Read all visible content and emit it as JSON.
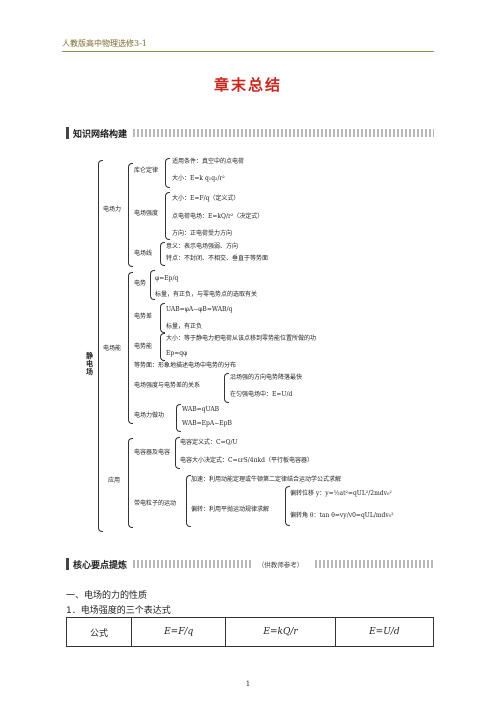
{
  "header": {
    "text": "人教版高中物理选修3-1"
  },
  "title": "章末总结",
  "section1": {
    "label": "知识网络构建"
  },
  "mindmap": {
    "root": "静\n电\n场",
    "branch_force": "电场力",
    "coulomb": "库仑定律",
    "coulomb_cond": "适用条件：真空中的点电荷",
    "coulomb_mag": "大小：E=k q₁q₂/r²",
    "field_strength": "电场强度",
    "fs_def": "大小：E=F/q（定义式）",
    "fs_point": "点电荷电场：E=kQ/r²（决定式）",
    "fs_dir": "方向：正电荷受力方向",
    "field_lines": "电场线",
    "fl_meaning": "意义：表示电场强弱、方向",
    "fl_prop": "特点：不封闭、不相交、垂直于等势面",
    "branch_energy": "电场能",
    "potential": "电势",
    "pot_formula": "φ=Ep/q",
    "pot_scalar": "标量，有正负，与零电势点的选取有关",
    "pot_diff": "电势差",
    "pd_formula": "UAB=φA−φB=WAB/q",
    "pd_scalar": "标量，有正负",
    "pot_energy": "电势能",
    "pe_text": "大小：等于静电力把电荷从该点移到零势能位置所做的功",
    "pe_formula": "Ep=qφ",
    "equipot": "等势面：形象地描述电场中电势的分布",
    "rel": "电场强度与电势差的关系",
    "rel1": "沿场强的方向电势降落最快",
    "rel2": "在匀强电场中：E=U/d",
    "work": "电场力做功",
    "work1": "WAB=qUAB",
    "work2": "WAB=EpA−EpB",
    "branch_app": "应用",
    "capacitor": "电容器及电容",
    "cap_def": "电容定义式：C=Q/U",
    "cap_decide": "电容大小决定式：C=εrS/4πkd（平行板电容器）",
    "motion": "带电粒子的运动",
    "accel": "加速：利用动能定理或牛顿第二定律结合运动学公式求解",
    "deflect": "偏转：利用平抛运动规律求解",
    "disp": "偏转位移 y：y=½at²=qUL²/2mdv₀²",
    "angle": "偏转角 θ：tan θ=vy/v0=qUL/mdv₀²"
  },
  "section2": {
    "label": "核心要点提炼",
    "note": "（供教师参考）"
  },
  "heading1": "一、电场的力的性质",
  "heading2": "1．电场强度的三个表达式",
  "formula_table": {
    "label": "公式",
    "f1": "E=F/q",
    "f2": "E=kQ/r",
    "f3": "E=U/d"
  },
  "page_number": "1"
}
